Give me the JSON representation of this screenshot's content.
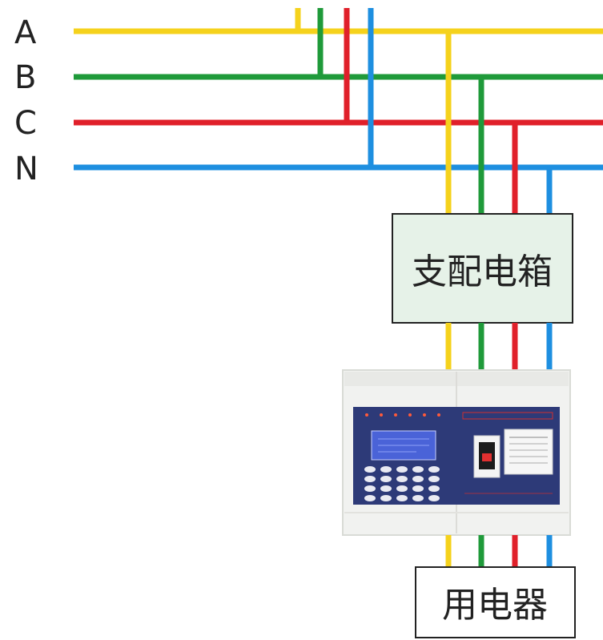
{
  "colors": {
    "phase_a": "#f5d21c",
    "phase_b": "#1f9a3a",
    "phase_c": "#e0202a",
    "neutral": "#1e8fe0",
    "box_fill": "#e6f2e8",
    "box_stroke": "#222222",
    "device_panel": "#2d3a78",
    "device_screen": "#4a63d8"
  },
  "phases": [
    {
      "id": "a",
      "label": "A",
      "color_key": "phase_a"
    },
    {
      "id": "b",
      "label": "B",
      "color_key": "phase_b"
    },
    {
      "id": "c",
      "label": "C",
      "color_key": "phase_c"
    },
    {
      "id": "n",
      "label": "N",
      "color_key": "neutral"
    }
  ],
  "distribution_box": {
    "label": "支配电箱"
  },
  "appliance_box": {
    "label": "用电器"
  },
  "meter_device": {
    "name": "prepaid-meter-controller",
    "icon": "keypad-meter-icon"
  }
}
